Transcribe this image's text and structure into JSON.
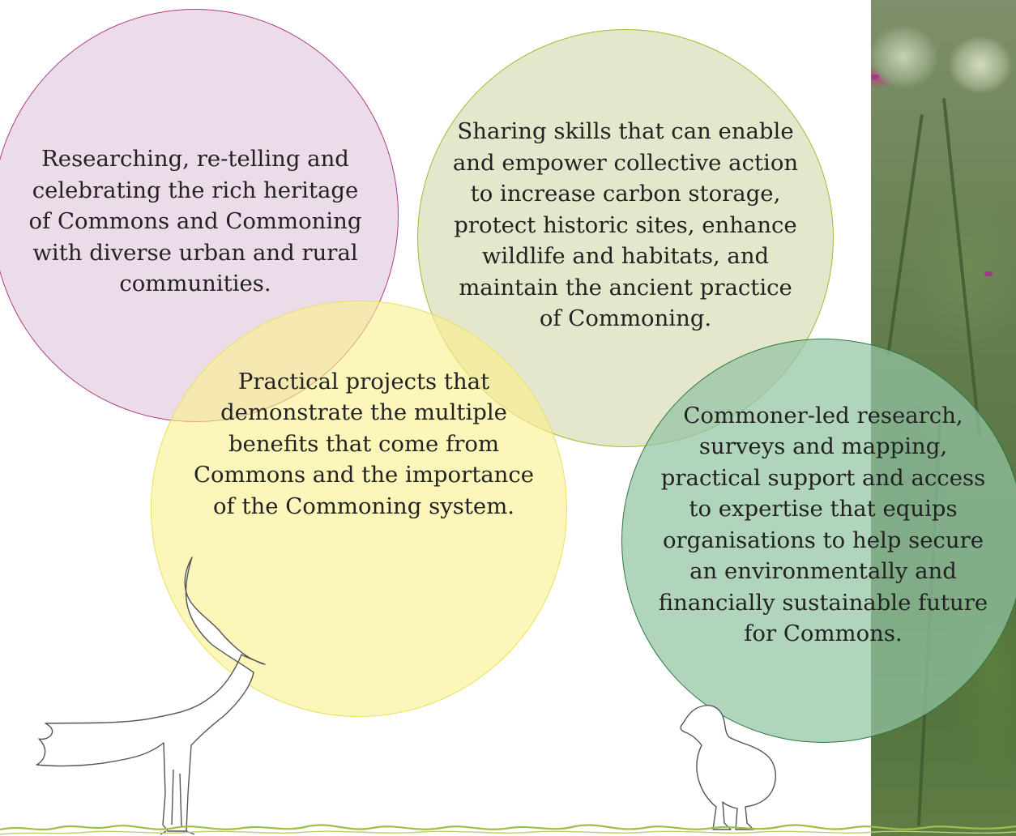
{
  "circles": {
    "heritage": "Researching, re-telling and celebrating the rich heritage of Commons and Commoning with diverse urban and rural communities.",
    "skills": "Sharing skills that can enable and empower collective action to increase carbon storage, protect historic sites, enhance wildlife and habitats, and maintain the ancient practice of Commoning.",
    "projects": "Practical projects that demonstrate the multiple benefits that come from Commons and the importance of the Commoning system.",
    "research": "Commoner-led research, surveys and mapping, practical support and access to expertise that equips organisations to help secure an environmentally and financially sustainable future for Commons."
  },
  "illustrations": {
    "left_bird": "lapwing-outline",
    "right_bird": "chick-outline",
    "photo": "thistle-photo"
  },
  "colors": {
    "pink": "#b03b86",
    "olive": "#aab731",
    "yellow": "#e9e15a",
    "green": "#2c7a3c",
    "grass": "#9cc04a"
  }
}
